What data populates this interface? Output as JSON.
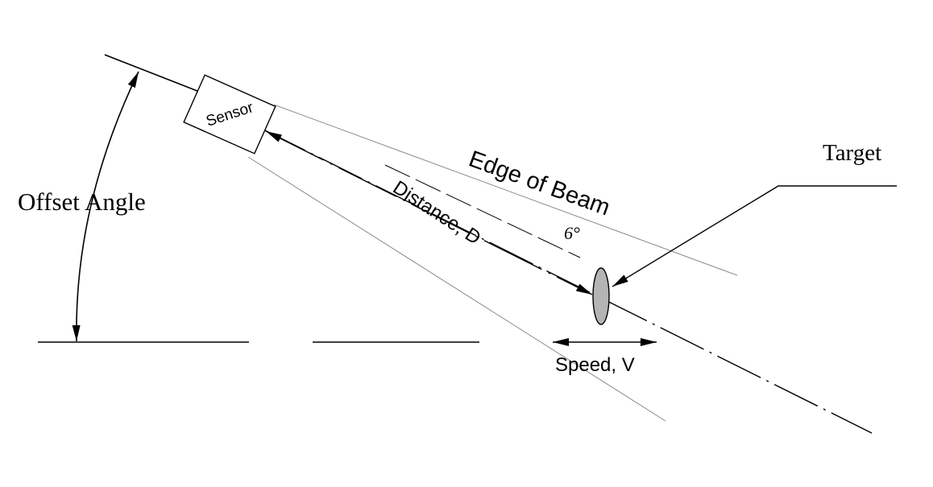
{
  "labels": {
    "offset_angle": "Offset Angle",
    "sensor": "Sensor",
    "edge_of_beam": "Edge of Beam",
    "distance": "Distance, D",
    "beam_angle": "6°",
    "target": "Target",
    "speed": "Speed, V"
  },
  "colors": {
    "line": "#000000",
    "beam_line": "#8c8c8c",
    "target_fill": "#b4b4b4",
    "background": "#ffffff"
  }
}
